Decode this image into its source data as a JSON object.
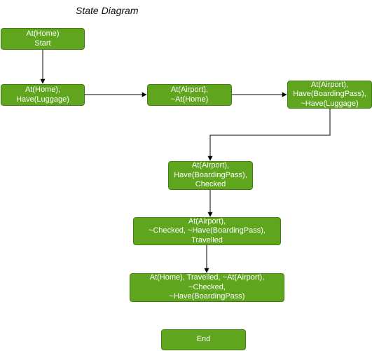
{
  "title": "State Diagram",
  "states": [
    {
      "id": "s1",
      "label": "At(Home)\nStart"
    },
    {
      "id": "s2",
      "label": "At(Home),\nHave(Luggage)"
    },
    {
      "id": "s3",
      "label": "At(Airport),\n~At(Home)"
    },
    {
      "id": "s4",
      "label": "At(Airport),\nHave(BoardingPass),\n~Have(Luggage)"
    },
    {
      "id": "s5",
      "label": "At(Airport),\nHave(BoardingPass),\nChecked"
    },
    {
      "id": "s6",
      "label": "At(Airport),\n~Checked, ~Have(BoardingPass),\nTravelled"
    },
    {
      "id": "s7",
      "label": "At(Home), Travelled, ~At(Airport),\n~Checked,\n~Have(BoardingPass)"
    },
    {
      "id": "s8",
      "label": "End"
    }
  ],
  "transitions": [
    {
      "from": "s1",
      "to": "s2"
    },
    {
      "from": "s2",
      "to": "s3"
    },
    {
      "from": "s3",
      "to": "s4"
    },
    {
      "from": "s4",
      "to": "s5"
    },
    {
      "from": "s5",
      "to": "s6"
    },
    {
      "from": "s6",
      "to": "s7"
    }
  ],
  "colors": {
    "node_fill": "#5fa61e",
    "node_border": "#3f7f12",
    "edge": "#000000"
  }
}
